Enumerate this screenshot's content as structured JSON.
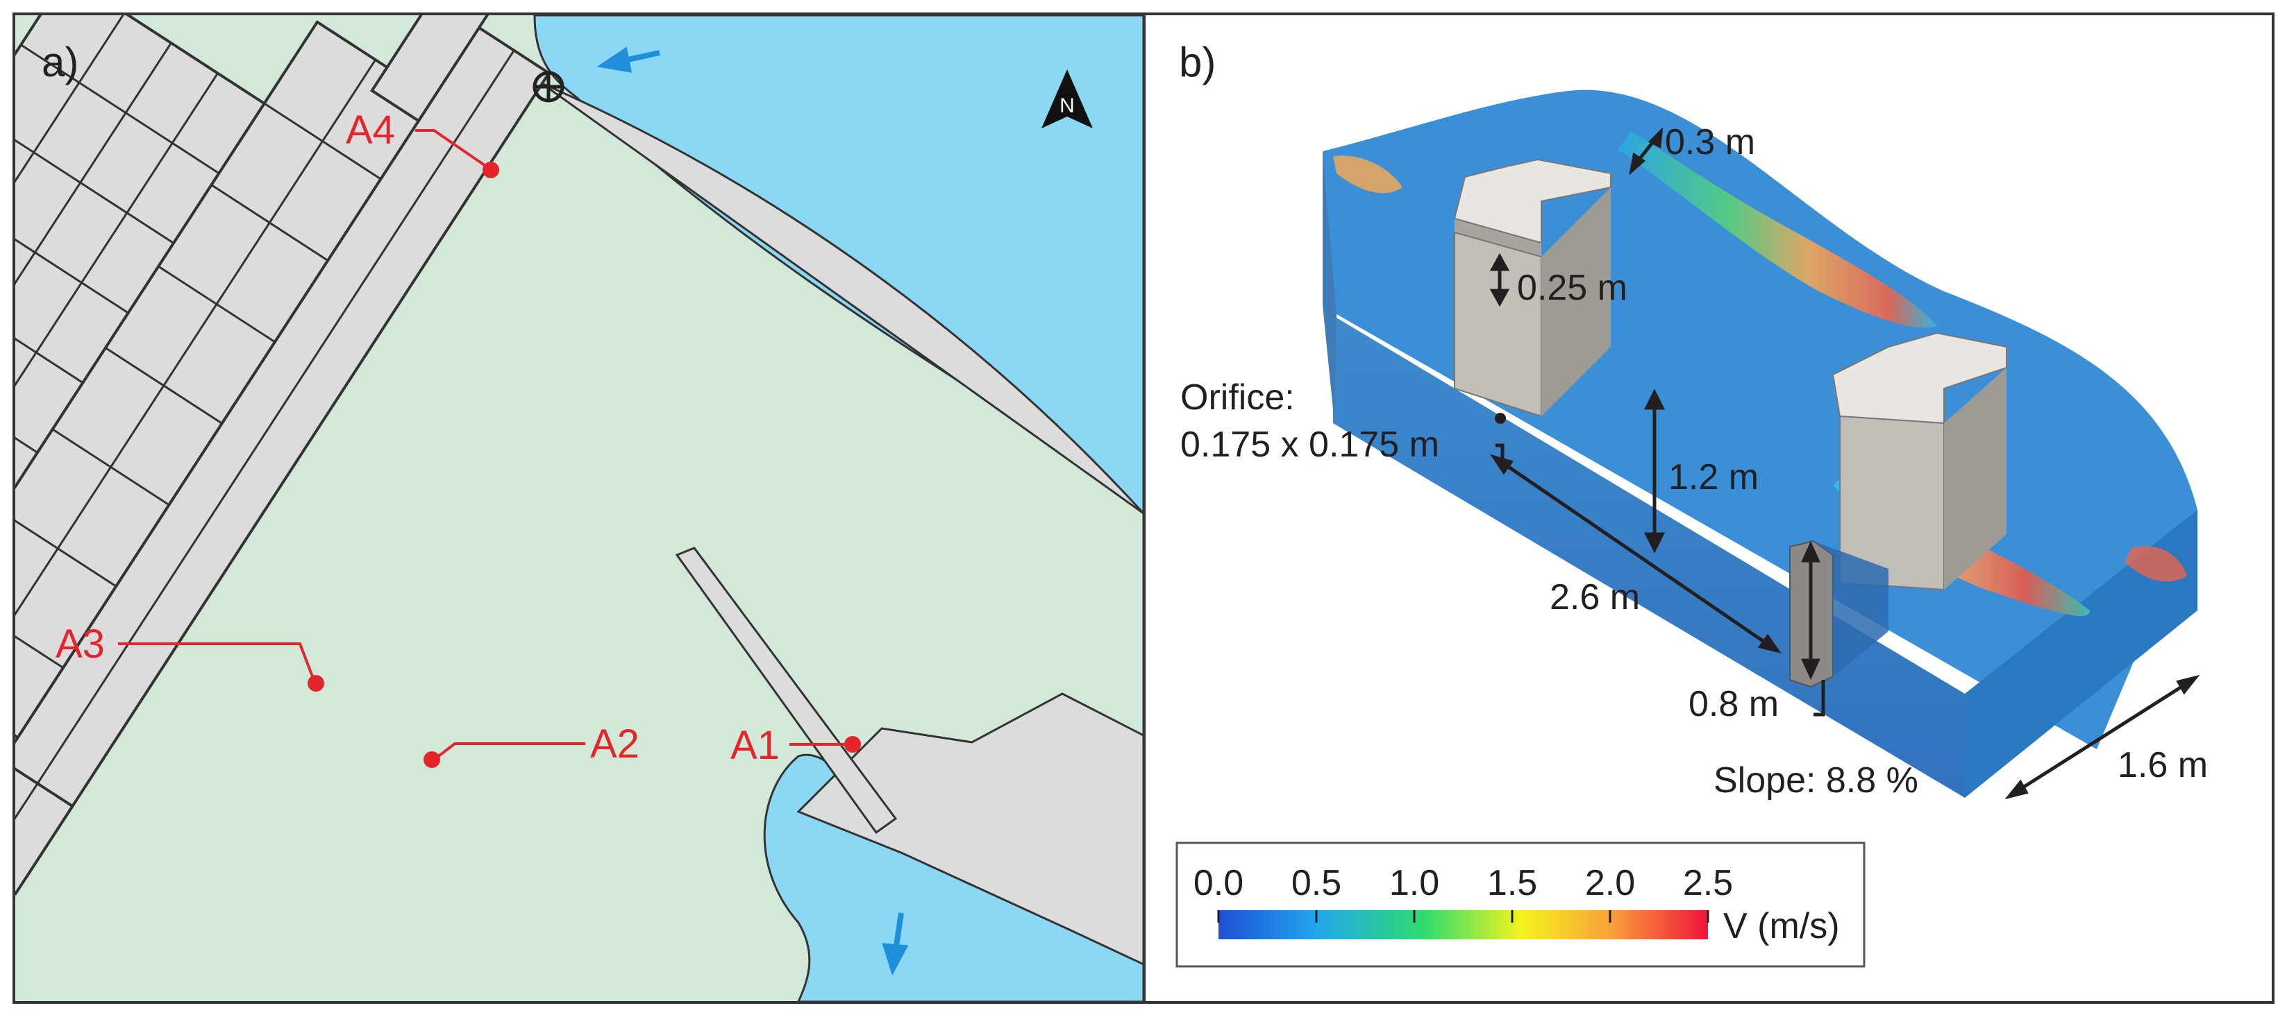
{
  "panel_a": {
    "label": "a)",
    "north_label": "N",
    "points": [
      {
        "label": "A1"
      },
      {
        "label": "A2"
      },
      {
        "label": "A3"
      },
      {
        "label": "A4"
      }
    ],
    "colors": {
      "land": "#d2e8d8",
      "water": "#8ad8f3",
      "structure": "#dcdcdc",
      "outline": "#333333",
      "marker": "#e5252c",
      "arrow": "#1e8fd8"
    }
  },
  "panel_b": {
    "label": "b)",
    "dimensions": {
      "top_gap": "0.3 m",
      "slot_height": "0.25 m",
      "orifice_title": "Orifice:",
      "orifice_size": "0.175 x 0.175 m",
      "wall_height": "1.2 m",
      "length": "2.6 m",
      "sill_height": "0.8 m",
      "slope": "Slope: 8.8 %",
      "width": "1.6 m"
    },
    "colorbar": {
      "ticks": [
        "0.0",
        "0.5",
        "1.0",
        "1.5",
        "2.0",
        "2.5"
      ],
      "min": 0.0,
      "max": 2.5,
      "label": "V (m/s)",
      "colormap": [
        "#1f4fd6",
        "#22a6ee",
        "#2fdc6e",
        "#f5f21e",
        "#f8a23a",
        "#f0143c"
      ]
    }
  }
}
